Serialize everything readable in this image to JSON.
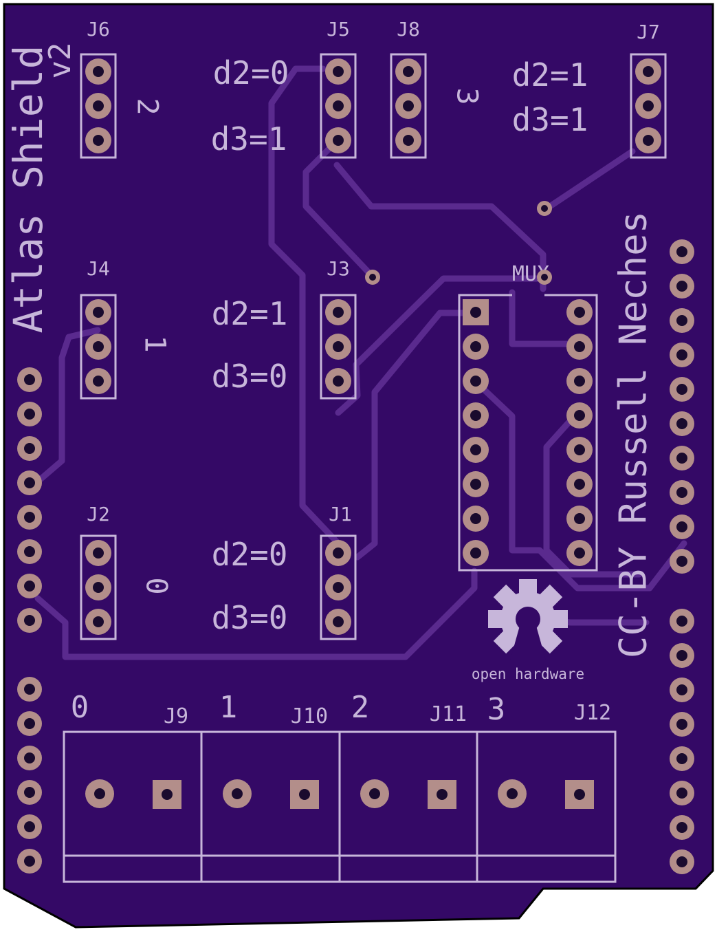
{
  "board": {
    "title": "Atlas Shield",
    "version": "v2",
    "credit": "CC-BY Russell Neches",
    "mux_label": "MUX",
    "oshw_text": "open hardware",
    "colors": {
      "substrate": "#340966",
      "silkscreen": "#c7b6da",
      "copper": "#b38e8a",
      "trace": "#5a2a8e"
    }
  },
  "headers": [
    {
      "ref": "J6",
      "channel": "2"
    },
    {
      "ref": "J5",
      "d2": "d2=0",
      "d3": "d3=1"
    },
    {
      "ref": "J8",
      "channel": "3"
    },
    {
      "ref": "J7",
      "d2": "d2=1",
      "d3": "d3=1"
    },
    {
      "ref": "J4",
      "channel": "1"
    },
    {
      "ref": "J3",
      "d2": "d2=1",
      "d3": "d3=0"
    },
    {
      "ref": "J2",
      "channel": "0"
    },
    {
      "ref": "J1",
      "d2": "d2=0",
      "d3": "d3=0"
    }
  ],
  "terminals": [
    {
      "ref": "J9",
      "channel": "0"
    },
    {
      "ref": "J10",
      "channel": "1"
    },
    {
      "ref": "J11",
      "channel": "2"
    },
    {
      "ref": "J12",
      "channel": "3"
    }
  ]
}
